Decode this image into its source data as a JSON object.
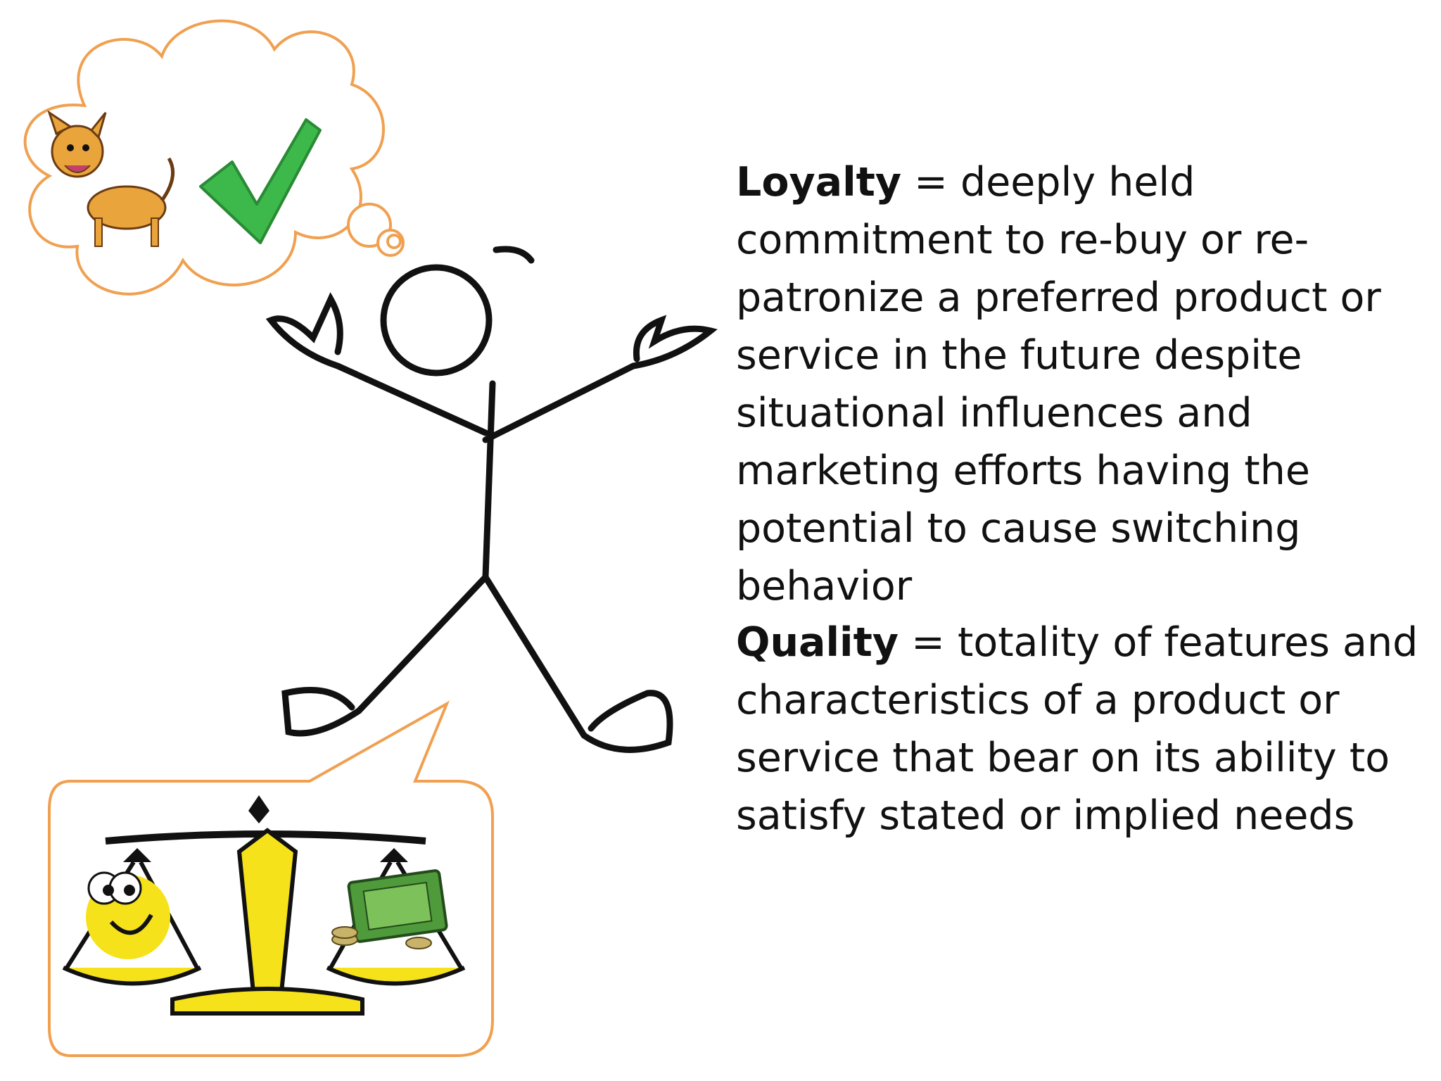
{
  "loyalty": {
    "term": "Loyalty",
    "definition": " = deeply held commitment to re-buy or re-patronize a preferred product or service in the future despite situational influences and marketing efforts having the potential to cause switching behavior"
  },
  "quality": {
    "term": "Quality",
    "definition": " = totality of features and characteristics of a product or service that bear on its ability to satisfy stated or implied needs"
  },
  "colors": {
    "bubble_outline": "#f0a050",
    "stroke": "#111111",
    "check_green": "#3db84a",
    "scale_yellow": "#f6e21a",
    "dog_orange": "#e9a43c"
  }
}
